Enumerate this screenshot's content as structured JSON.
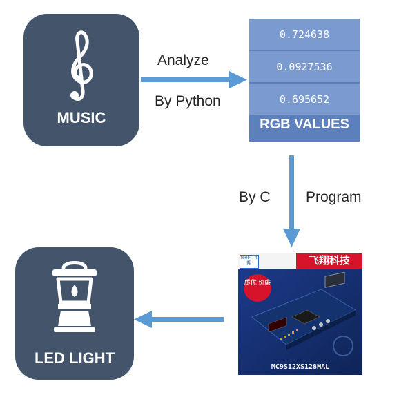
{
  "music": {
    "label": "MUSIC",
    "icon": "treble-clef-icon"
  },
  "led": {
    "label": "LED LIGHT",
    "icon": "lantern-icon"
  },
  "rgb": {
    "values": [
      "0.724638",
      "0.0927536",
      "0.695652"
    ],
    "title": "RGB VALUES"
  },
  "edges": {
    "music_to_rgb": {
      "top_label": "Analyze",
      "bottom_label": "By Python"
    },
    "rgb_to_board": {
      "left_label": "By C",
      "right_label": "Program"
    }
  },
  "board": {
    "logo": "reeFl 飞翔",
    "brand": "飞翔科技",
    "seal": "质优 价廉",
    "model": "MC9S12XS128MAL"
  },
  "colors": {
    "tile": "#44546a",
    "arrow": "#5b9bd5",
    "rgb_cell": "#7b9ad0",
    "rgb_panel": "#5c80bc",
    "brand_red": "#d6132a"
  }
}
